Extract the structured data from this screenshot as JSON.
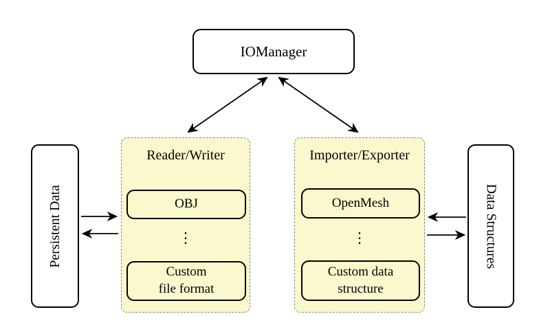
{
  "colors": {
    "group_fill": "#fbf8ce",
    "group_border": "#848484",
    "node_border": "#000000",
    "background": "#ffffff"
  },
  "nodes": {
    "iomanager": {
      "label": "IOManager"
    },
    "persistent_data": {
      "label": "Persistent Data"
    },
    "data_structures": {
      "label": "Data Structures"
    },
    "reader_writer": {
      "label": "Reader/Writer",
      "dots": "⋮",
      "items": [
        {
          "label": "OBJ"
        },
        {
          "label": "Custom\nfile format"
        }
      ]
    },
    "importer_exporter": {
      "label": "Importer/Exporter",
      "dots": "⋮",
      "items": [
        {
          "label": "OpenMesh"
        },
        {
          "label": "Custom data\nstructure"
        }
      ]
    }
  }
}
